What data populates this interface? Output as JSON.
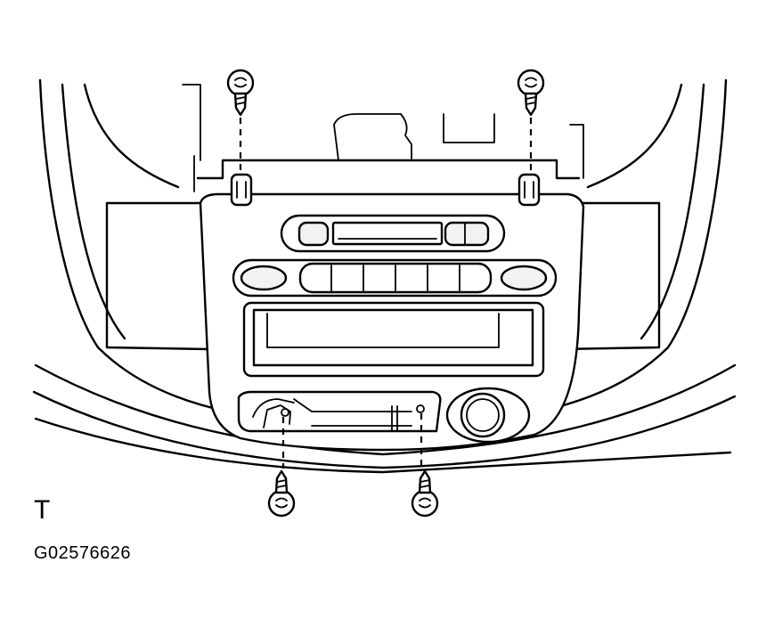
{
  "diagram": {
    "view_marker": "T",
    "figure_code": "G02576626"
  },
  "parts": [
    {
      "name": "screw-top-left-icon"
    },
    {
      "name": "screw-top-right-icon"
    },
    {
      "name": "screw-bottom-left-icon"
    },
    {
      "name": "screw-bottom-right-icon"
    },
    {
      "name": "center-cluster-panel"
    },
    {
      "name": "dashboard-opening"
    },
    {
      "name": "hazard-knob"
    }
  ]
}
